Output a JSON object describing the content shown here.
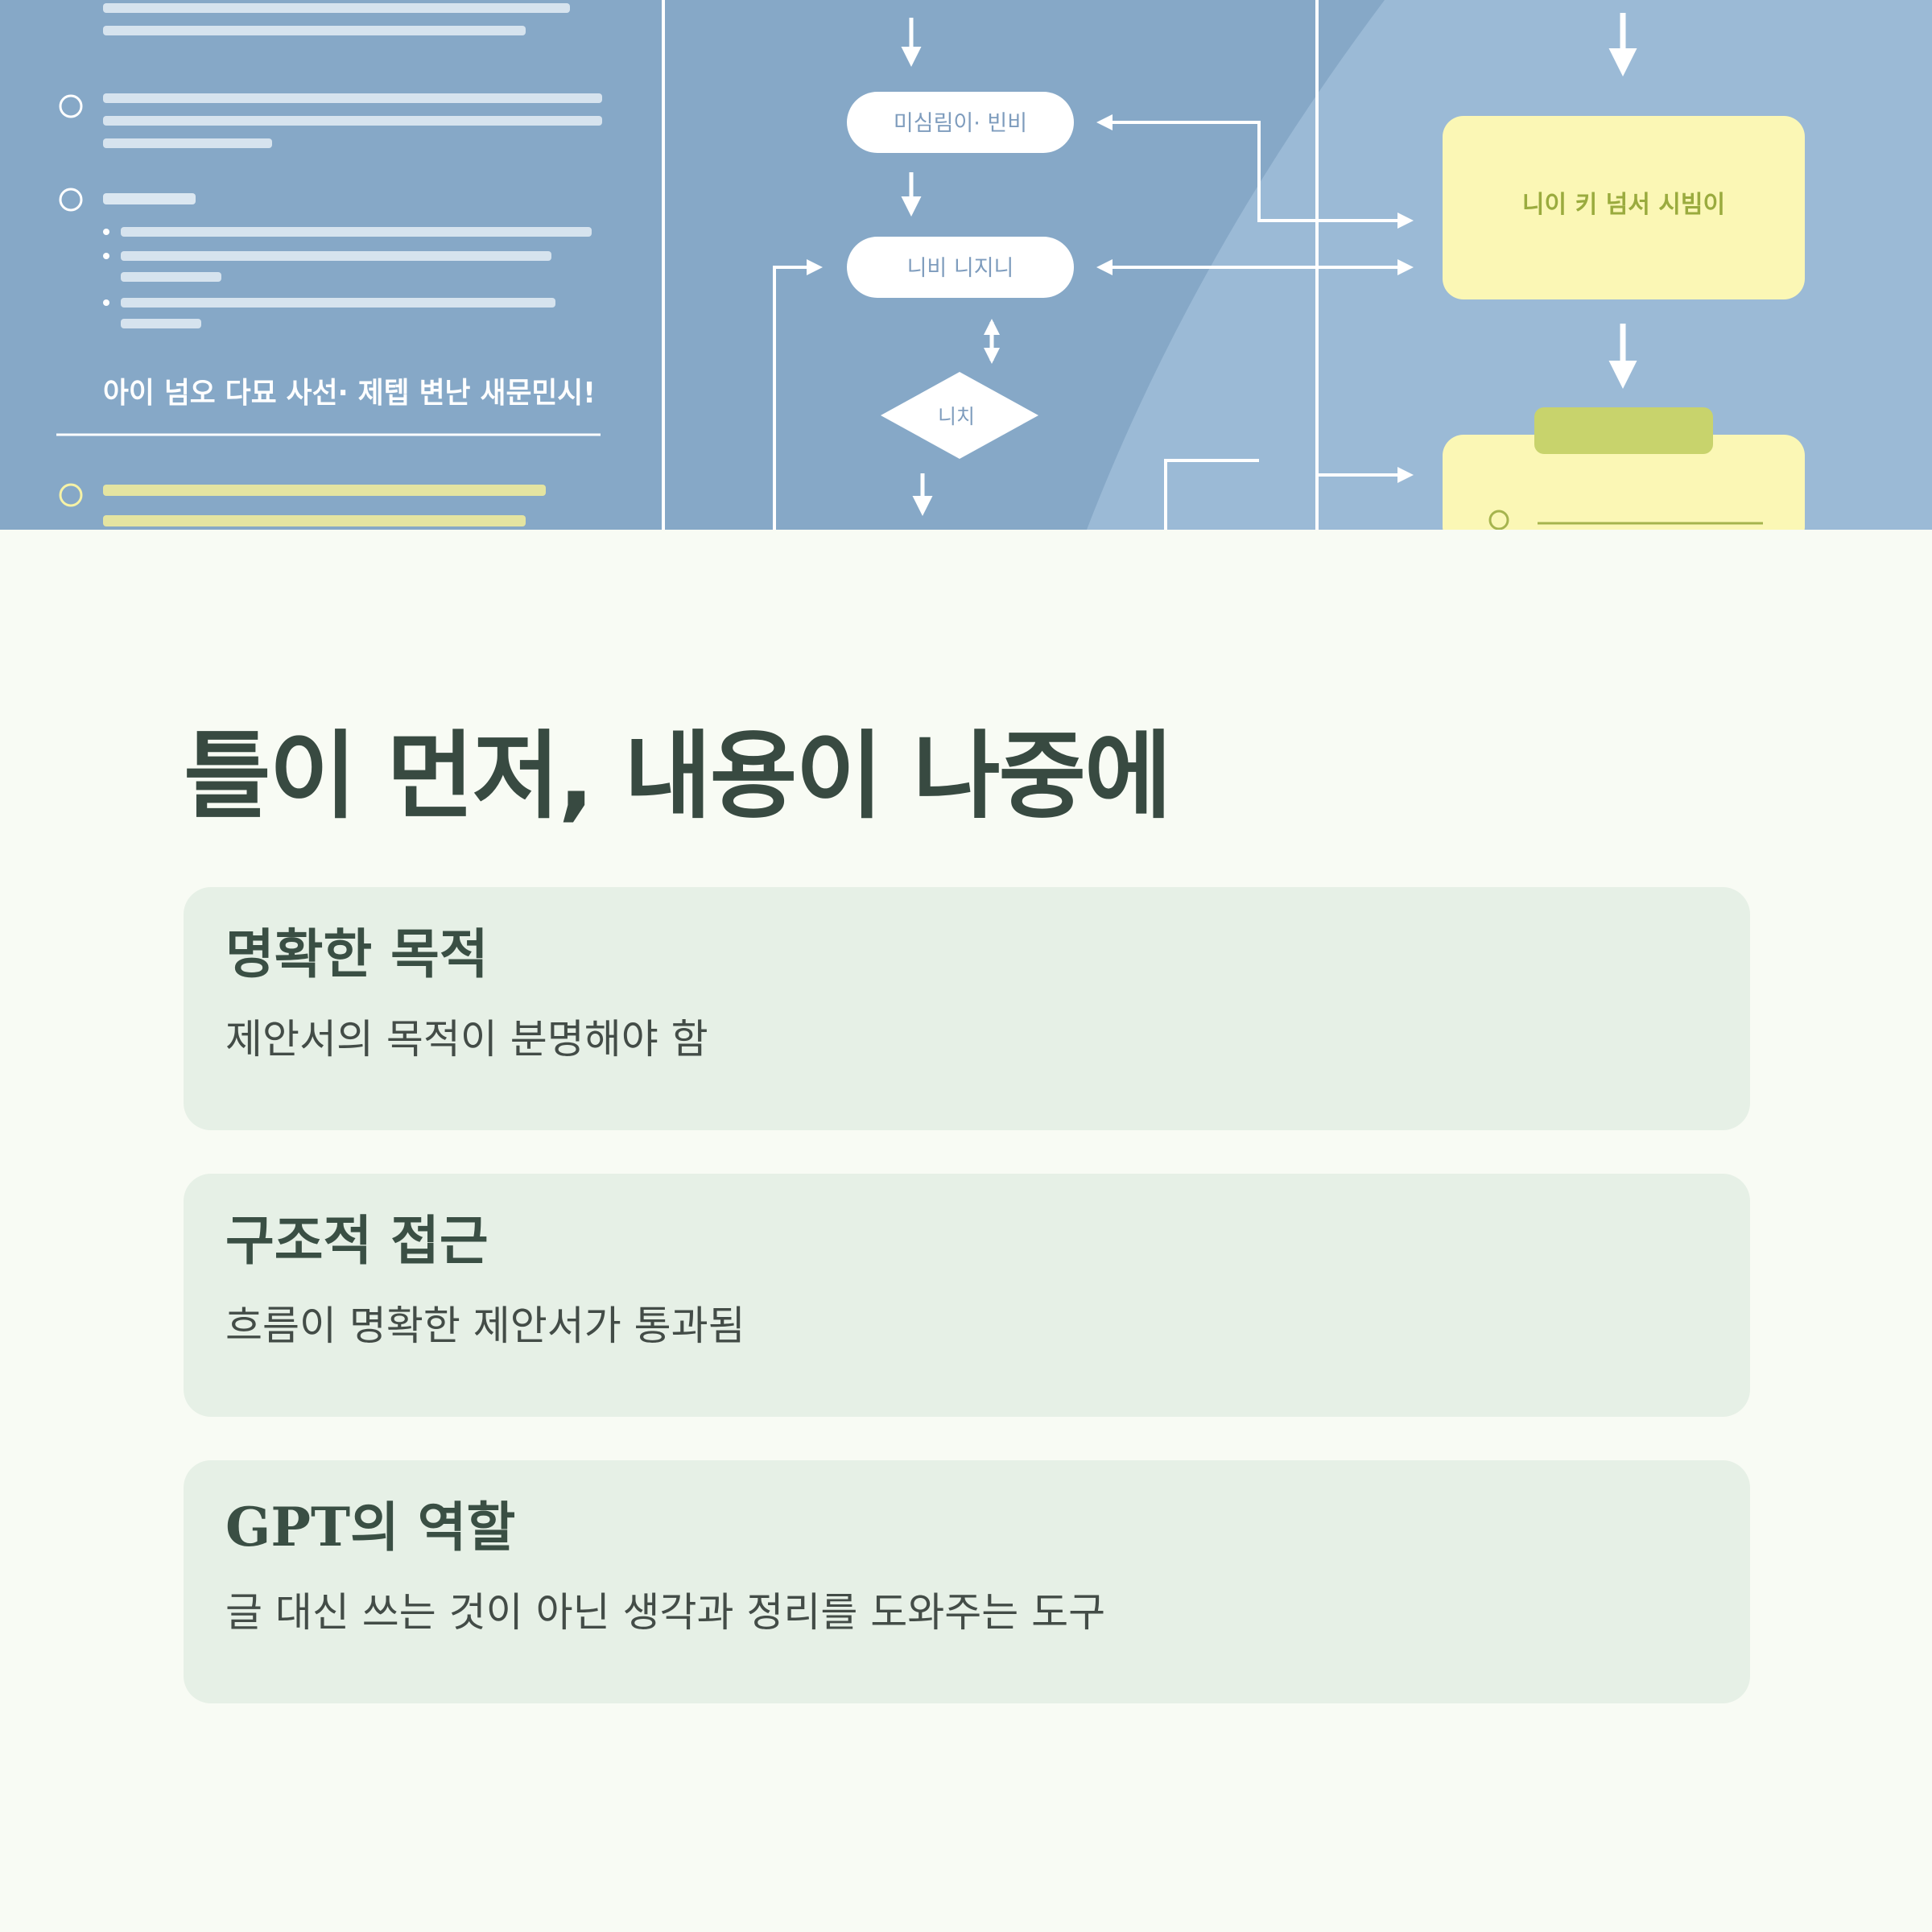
{
  "illustration": {
    "left_heading": "아이 넘오 다묘 사선· 제텝 변난 새문민시!",
    "flow_nodes": [
      "미심림이· 빈비",
      "니비 니지니",
      "니치"
    ],
    "right_box_label": "니이 키 넘서 시빔이"
  },
  "slide": {
    "title": "틀이 먼저, 내용이 나중에",
    "cards": [
      {
        "title": "명확한 목적",
        "description": "제안서의 목적이 분명해야 함"
      },
      {
        "title": "구조적 접근",
        "description": "흐름이 명확한 제안서가 통과됨"
      },
      {
        "title": "GPT의 역할",
        "description": "글 대신 쓰는 것이 아닌 생각과 정리를 도와주는 도구"
      }
    ]
  },
  "colors": {
    "background": "#f8fbf4",
    "illustration_blue": "#86a8c7",
    "card_fill": "#e6f0e6",
    "title_text": "#384a41",
    "yellow_box": "#fbf7b5"
  }
}
